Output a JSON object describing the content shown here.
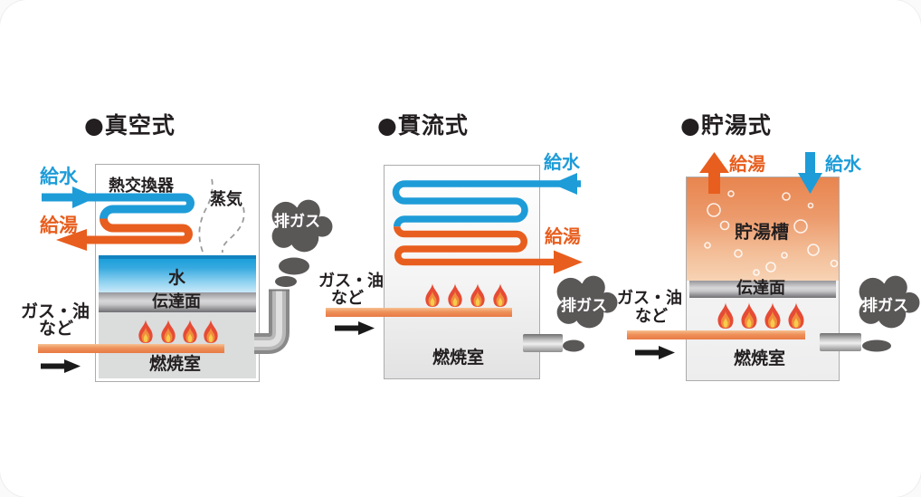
{
  "colors": {
    "feed_water_blue": "#1e9cd8",
    "hot_water_orange": "#e85e1e",
    "smoke_gray": "#5a5757",
    "text_black": "#231f20",
    "flame_red": "#e64b35",
    "flame_yellow": "#f7cb4d"
  },
  "icons": {
    "flame": "flame-icon",
    "smoke": "smoke-cloud-icon",
    "pipe": "exhaust-pipe-icon",
    "burner": "burner-bar",
    "arrow": "fuel-flow-arrow"
  },
  "diagrams": [
    {
      "id": "vacuum",
      "title": "●真空式",
      "labels": {
        "feed_water": "給水",
        "hot_water": "給湯",
        "heat_exchanger": "熱交換器",
        "steam": "蒸気",
        "exhaust_gas": "排ガス",
        "water": "水",
        "transfer_surface": "伝達面",
        "fuel_line1": "ガス・油",
        "fuel_line2": "など",
        "combustion_chamber": "燃焼室"
      }
    },
    {
      "id": "once-through",
      "title": "●貫流式",
      "labels": {
        "feed_water": "給水",
        "hot_water": "給湯",
        "exhaust_gas": "排ガス",
        "fuel_line1": "ガス・油",
        "fuel_line2": "など",
        "combustion_chamber": "燃焼室"
      }
    },
    {
      "id": "storage",
      "title": "●貯湯式",
      "labels": {
        "hot_water": "給湯",
        "feed_water": "給水",
        "storage_tank": "貯湯槽",
        "transfer_surface": "伝達面",
        "exhaust_gas": "排ガス",
        "fuel_line1": "ガス・油",
        "fuel_line2": "など",
        "combustion_chamber": "燃焼室"
      }
    }
  ]
}
